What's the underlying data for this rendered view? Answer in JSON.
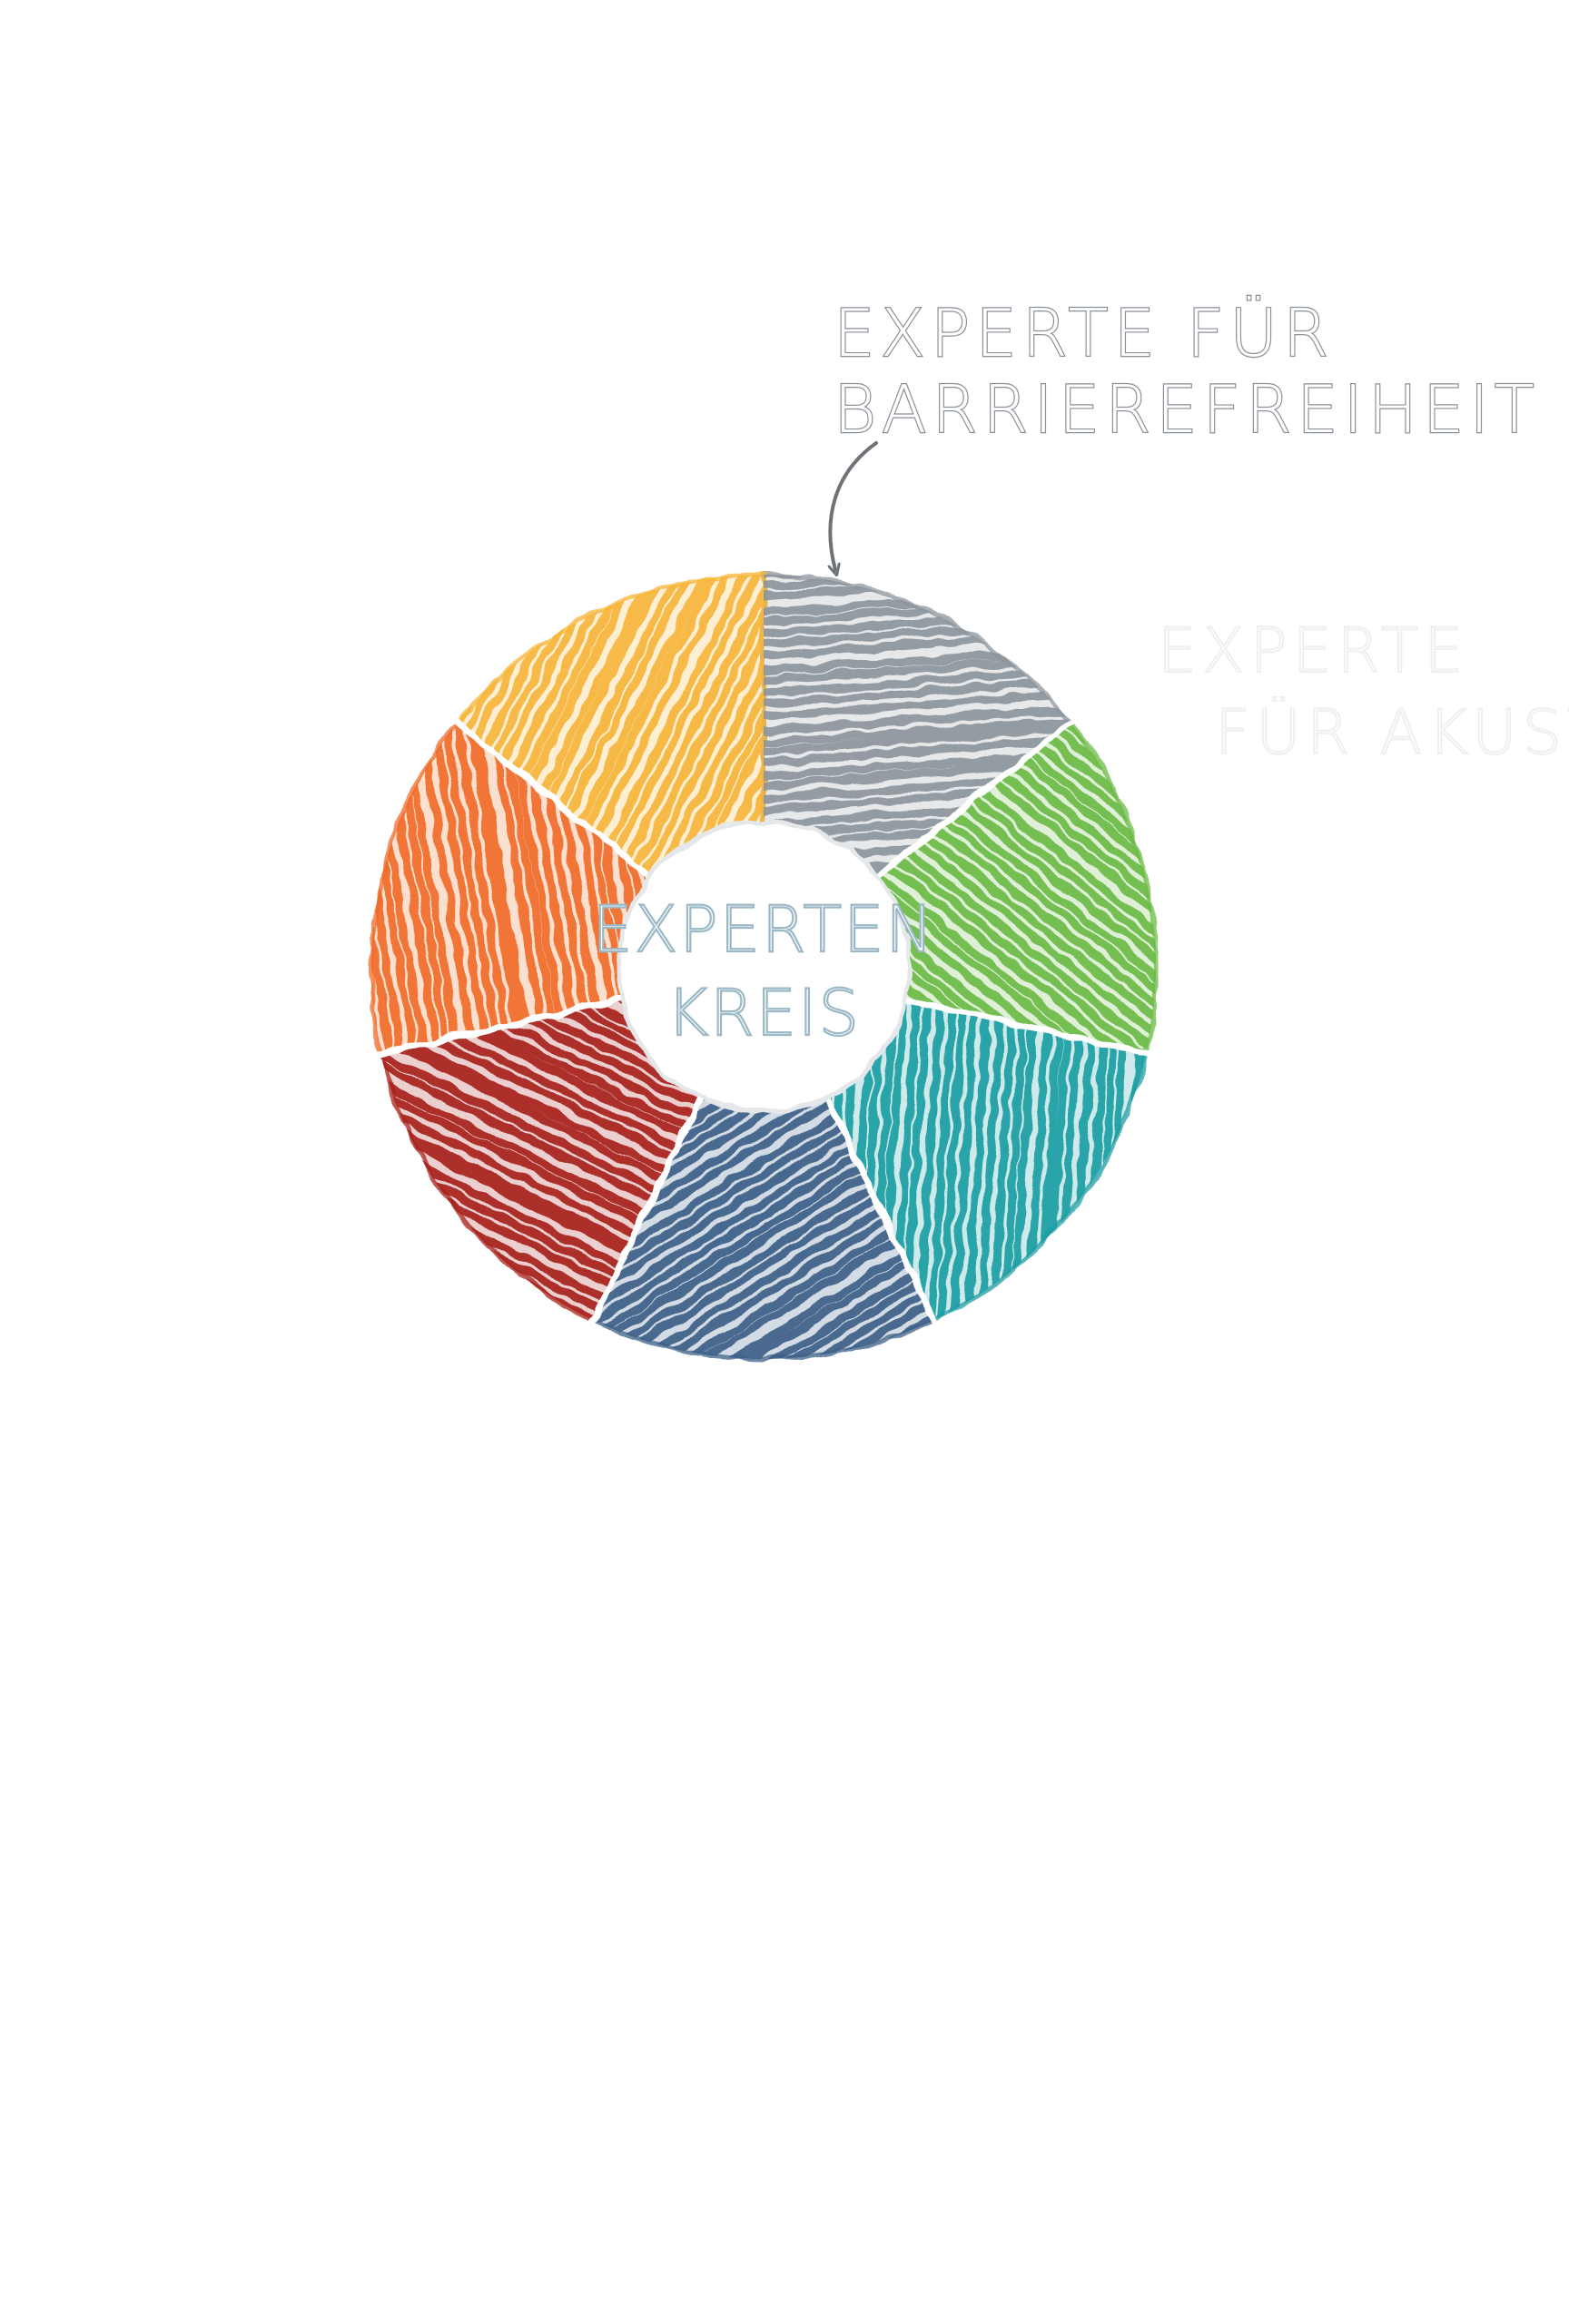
{
  "center": {
    "line1": "EXPERTEN",
    "line2": "KREIS"
  },
  "annotations": {
    "barriere": {
      "line1": "EXPERTE FÜR",
      "line2": "BARRIEREFREIHEIT"
    },
    "akustik": {
      "line1": "EXPERTE",
      "line2": "FÜR AKUSTIK"
    }
  },
  "segments": [
    {
      "id": "grey",
      "color": "#8e959d"
    },
    {
      "id": "green",
      "color": "#6cbb47"
    },
    {
      "id": "teal",
      "color": "#1f9ea3"
    },
    {
      "id": "blue",
      "color": "#3d6188"
    },
    {
      "id": "red",
      "color": "#a8201c"
    },
    {
      "id": "orange",
      "color": "#ef6c2b"
    },
    {
      "id": "yellow",
      "color": "#f7b53a"
    }
  ],
  "arrow_color": "#6e7379"
}
